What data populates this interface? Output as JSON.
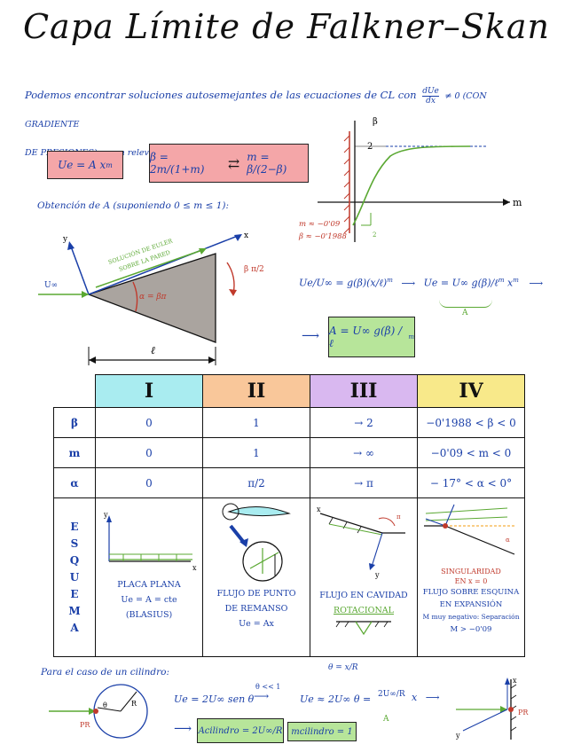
{
  "title": "Capa Límite de Falkner–Skan",
  "intro": {
    "line1": "Podemos encontrar soluciones autosemejantes de las ecuaciones de CL con",
    "frac_num": "dUe",
    "frac_den": "dx",
    "line1_end": "≠ 0 (CON GRADIENTE",
    "line2": "DE PRESIONES), y son relevantes."
  },
  "boxes": {
    "ue": "Ue = A x",
    "ue_sup": "m",
    "beta_eq": "β = 2m/(1+m)",
    "m_eq": "m = β/(2−β)",
    "arrows": "⇄",
    "A_result": "A = U∞ g(β) / ℓ",
    "A_sup": "m"
  },
  "obtencion": "Obtención de A (suponiendo 0 ≤ m ≤ 1):",
  "wedge": {
    "u_inf": "U∞",
    "euler": "SOLUCIÓN DE EULER",
    "euler2": "SOBRE LA PARED",
    "alpha": "α = βπ",
    "beta_half": "β π/2",
    "x": "x",
    "y": "y",
    "ell": "ℓ"
  },
  "graph": {
    "beta_axis": "β",
    "m_axis": "m",
    "two": "2",
    "m_val": "m ≈ −0'09",
    "beta_val": "β ≈ −0'1988",
    "two_slope": "2"
  },
  "relation": {
    "lhs": "Ue/U∞ = g(β)(x/ℓ)",
    "lhs_sup": "m",
    "rhs": "Ue = U∞ g(β)/ℓ",
    "rhs_tail": "x",
    "rhs_sup": "m",
    "A_label": "A"
  },
  "table": {
    "headers": [
      "I",
      "II",
      "III",
      "IV"
    ],
    "rows": [
      {
        "label": "β",
        "values": [
          "0",
          "1",
          "→ 2",
          "−0'1988 < β < 0"
        ]
      },
      {
        "label": "m",
        "values": [
          "0",
          "1",
          "→ ∞",
          "−0'09 < m < 0"
        ]
      },
      {
        "label": "α",
        "values": [
          "0",
          "π/2",
          "→ π",
          "− 17° < α < 0°"
        ]
      }
    ],
    "esquema_letters": [
      "E",
      "S",
      "Q",
      "U",
      "E",
      "M",
      "A"
    ],
    "schemes": [
      {
        "cap1": "PLACA PLANA",
        "cap2": "Ue = A = cte",
        "cap3": "(BLASIUS)"
      },
      {
        "cap1": "FLUJO DE PUNTO",
        "cap2": "DE REMANSO",
        "cap3": "Ue = Ax"
      },
      {
        "cap1": "FLUJO EN CAVIDAD",
        "cap2": "ROTACIONAL",
        "cap3": ""
      },
      {
        "cap1": "FLUJO SOBRE ESQUINA",
        "cap2": "EN EXPANSIÓN",
        "cap3": "M muy negativo: Separación",
        "cap4": "M > −0'09",
        "sing": "SINGULARIDAD",
        "sing2": "EN x = 0"
      }
    ]
  },
  "cylinder": {
    "title": "Para el caso de un cilindro:",
    "eq1": "Ue = 2U∞ sen θ",
    "approx": "θ << 1",
    "eq2": "Ue ≈ 2U∞ θ =",
    "frac": "2U∞/R",
    "x1": "x",
    "theta_def": "θ = x/R",
    "A": "A",
    "A_cil": "Acilindro = 2U∞/R",
    "m_cil": "mcilindro = 1",
    "pr": "PR",
    "pr2": "PR"
  },
  "colors": {
    "blue_text": "#1a3fa8",
    "pink": "#f4a6a8",
    "green": "#b7e59a",
    "cyan": "#a9ecf0",
    "orange": "#f9c79a",
    "violet": "#d9b8f0",
    "yellow": "#f8e98a"
  }
}
